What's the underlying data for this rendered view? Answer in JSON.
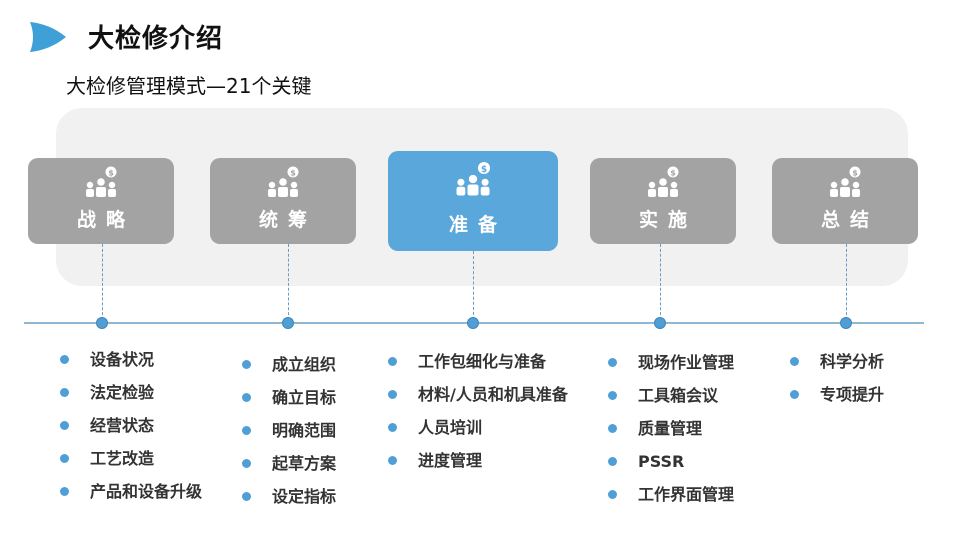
{
  "header": {
    "title": "大检修介绍",
    "subtitle": "大检修管理模式—21个关键",
    "accent_color": "#3ea0d6"
  },
  "stages": [
    {
      "label": "战略",
      "icon": "people-dollar-icon",
      "active": false,
      "items": [
        "设备状况",
        "法定检验",
        "经营状态",
        "工艺改造",
        "产品和设备升级"
      ]
    },
    {
      "label": "统筹",
      "icon": "people-dollar-icon",
      "active": false,
      "items": [
        "成立组织",
        "确立目标",
        "明确范围",
        "起草方案",
        "设定指标"
      ]
    },
    {
      "label": "准备",
      "icon": "people-dollar-icon",
      "active": true,
      "items": [
        "工作包细化与准备",
        "材料/人员和机具准备",
        "人员培训",
        "进度管理"
      ]
    },
    {
      "label": "实施",
      "icon": "people-dollar-icon",
      "active": false,
      "items": [
        "现场作业管理",
        "工具箱会议",
        "质量管理",
        "PSSR",
        "工作界面管理"
      ]
    },
    {
      "label": "总结",
      "icon": "people-dollar-icon",
      "active": false,
      "items": [
        "科学分析",
        "专项提升"
      ]
    }
  ],
  "colors": {
    "stage_inactive": "#a3a3a3",
    "stage_active": "#5aa7dc",
    "bullet": "#4f9fd6"
  }
}
